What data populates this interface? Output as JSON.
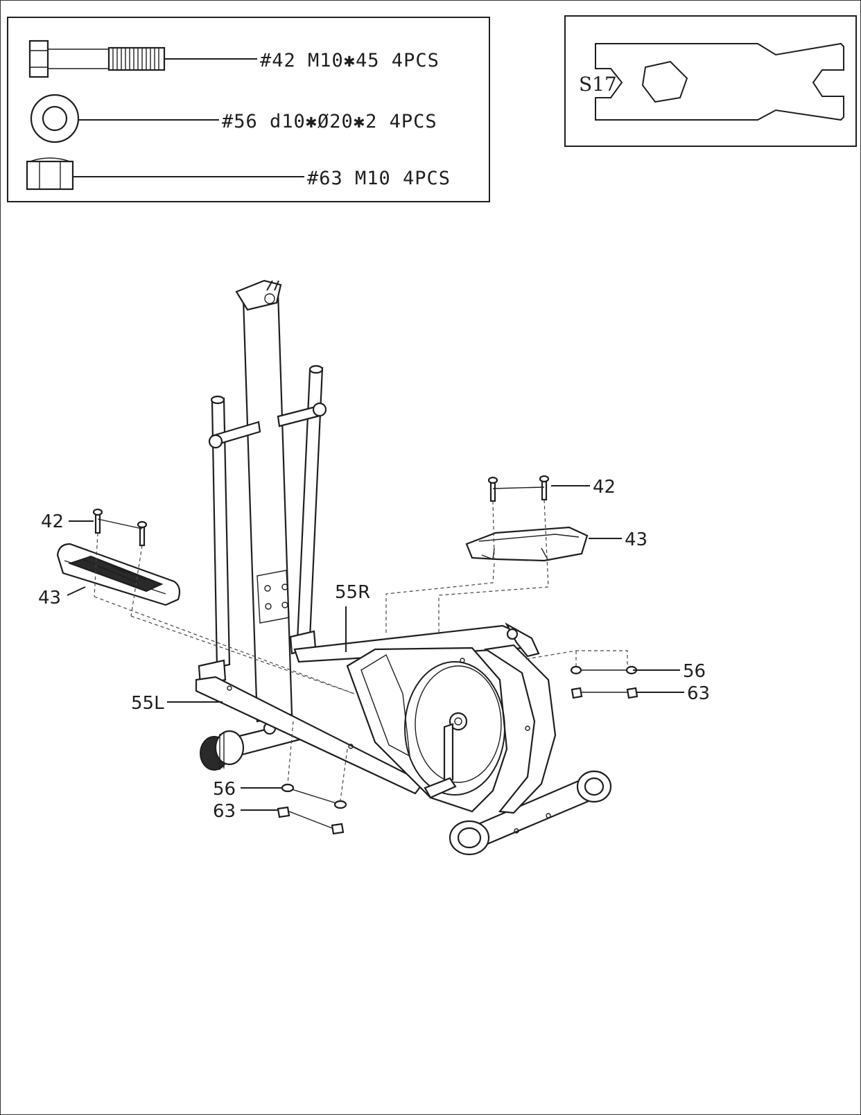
{
  "hardware": [
    {
      "id": "42",
      "icon": "bolt-icon",
      "spec": "#42 M10✱45 4PCS"
    },
    {
      "id": "56",
      "icon": "washer-icon",
      "spec": "#56 d10✱Ø20✱2 4PCS"
    },
    {
      "id": "63",
      "icon": "nut-icon",
      "spec": "#63 M10 4PCS"
    }
  ],
  "tool": {
    "icon": "wrench-icon",
    "label": "S17"
  },
  "callouts": {
    "bolt_left": "42",
    "bolt_right": "42",
    "pedal_left": "43",
    "pedal_right": "43",
    "rail_right": "55R",
    "rail_left": "55L",
    "washer_right": "56",
    "nut_right": "63",
    "washer_bottom": "56",
    "nut_bottom": "63"
  }
}
